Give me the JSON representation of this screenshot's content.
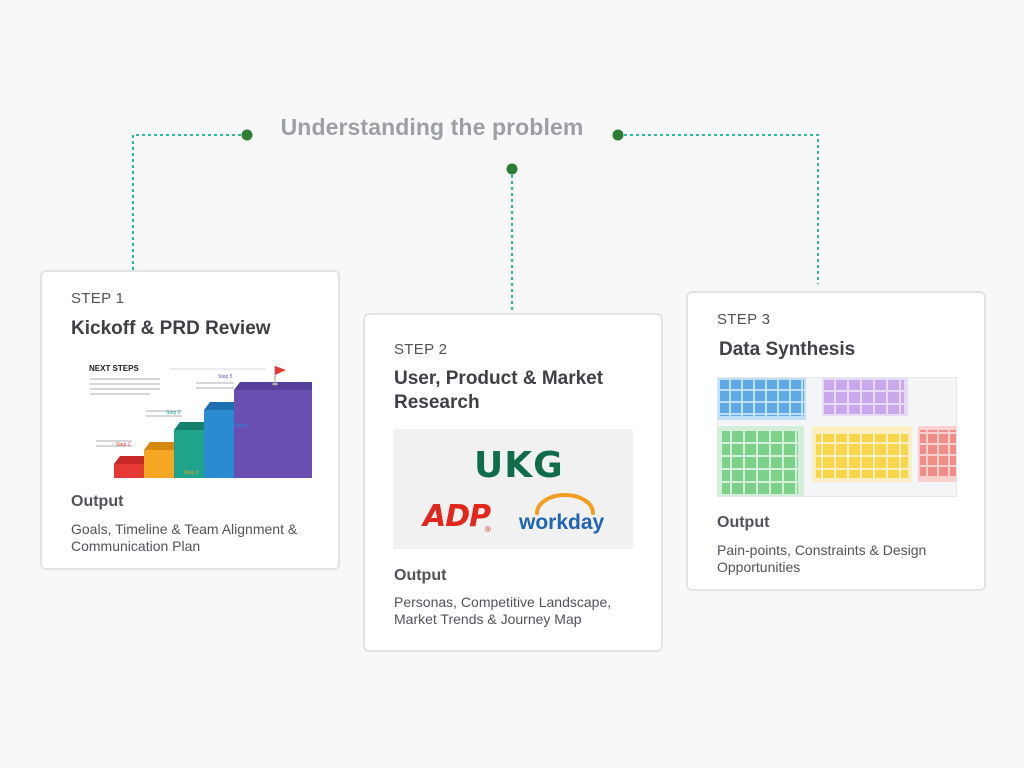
{
  "diagram": {
    "title": "Understanding the problem",
    "colors": {
      "connector": "#2fb8a2",
      "dot": "#2e7d32",
      "card_border": "#e2e3e6"
    }
  },
  "steps": [
    {
      "label": "STEP 1",
      "title": "Kickoff & PRD Review",
      "output_label": "Output",
      "output_text": "Goals, Timeline & Team Alignment & Communication Plan",
      "thumbnail": {
        "heading": "NEXT STEPS",
        "steps": [
          "Step 1",
          "Step 2",
          "Step 3",
          "Step 4",
          "Step 5"
        ],
        "colors": [
          "#e53935",
          "#f5a623",
          "#1fa38a",
          "#2a8bd1",
          "#6a4fb3"
        ]
      }
    },
    {
      "label": "STEP 2",
      "title": "User, Product & Market Research",
      "output_label": "Output",
      "output_text": "Personas, Competitive Landscape, Market Trends & Journey Map",
      "logos": {
        "ukg": "UKG",
        "adp": "ADP",
        "adp_mark": "®",
        "workday": "workday"
      }
    },
    {
      "label": "STEP 3",
      "title": "Data Synthesis",
      "output_label": "Output",
      "output_text": "Pain-points, Constraints & Design Opportunities",
      "board_colors": [
        "#bfe0f7",
        "#e7dcf7",
        "#d3efd9",
        "#fbf0c4",
        "#f8d1cf"
      ]
    }
  ]
}
